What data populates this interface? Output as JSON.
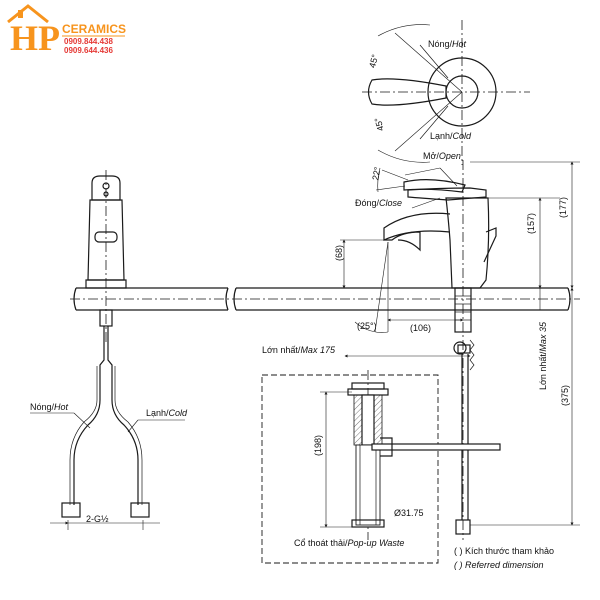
{
  "logo": {
    "letters": "HP",
    "brand": "CERAMICS",
    "phone1": "0909.844.438",
    "phone2": "0909.644.436",
    "color": "#f7941d",
    "phone_color": "#e53935"
  },
  "top_view": {
    "hot": "Nóng/",
    "hot_en": "Hot",
    "cold": "Lạnh/",
    "cold_en": "Cold",
    "angle_top": "45°",
    "angle_bottom": "45°"
  },
  "side_view": {
    "open": "Mở/",
    "open_en": "Open",
    "close": "Đóng/",
    "close_en": "Close",
    "angle_lever": "22°",
    "angle_spout": "(25°)",
    "dim_spout_height": "(68)",
    "dim_reach": "(106)",
    "dim_157": "(157)",
    "dim_177": "(177)",
    "dim_375": "(375)",
    "max_35": "Lớn nhất/",
    "max_35_en": "Max 35",
    "max_175": "Lớn nhất/",
    "max_175_en": "Max 175"
  },
  "front_view": {
    "hot": "Nóng/",
    "hot_en": "Hot",
    "cold": "Lạnh/",
    "cold_en": "Cold",
    "thread": "2-G½"
  },
  "waste": {
    "dim_198": "(198)",
    "diameter": "Ø31.75",
    "label": "Cổ thoát thải/",
    "label_en": "Pop-up Waste"
  },
  "legend": {
    "line1": "( ) Kích thước tham khảo",
    "line2": "( ) Referred dimension"
  }
}
